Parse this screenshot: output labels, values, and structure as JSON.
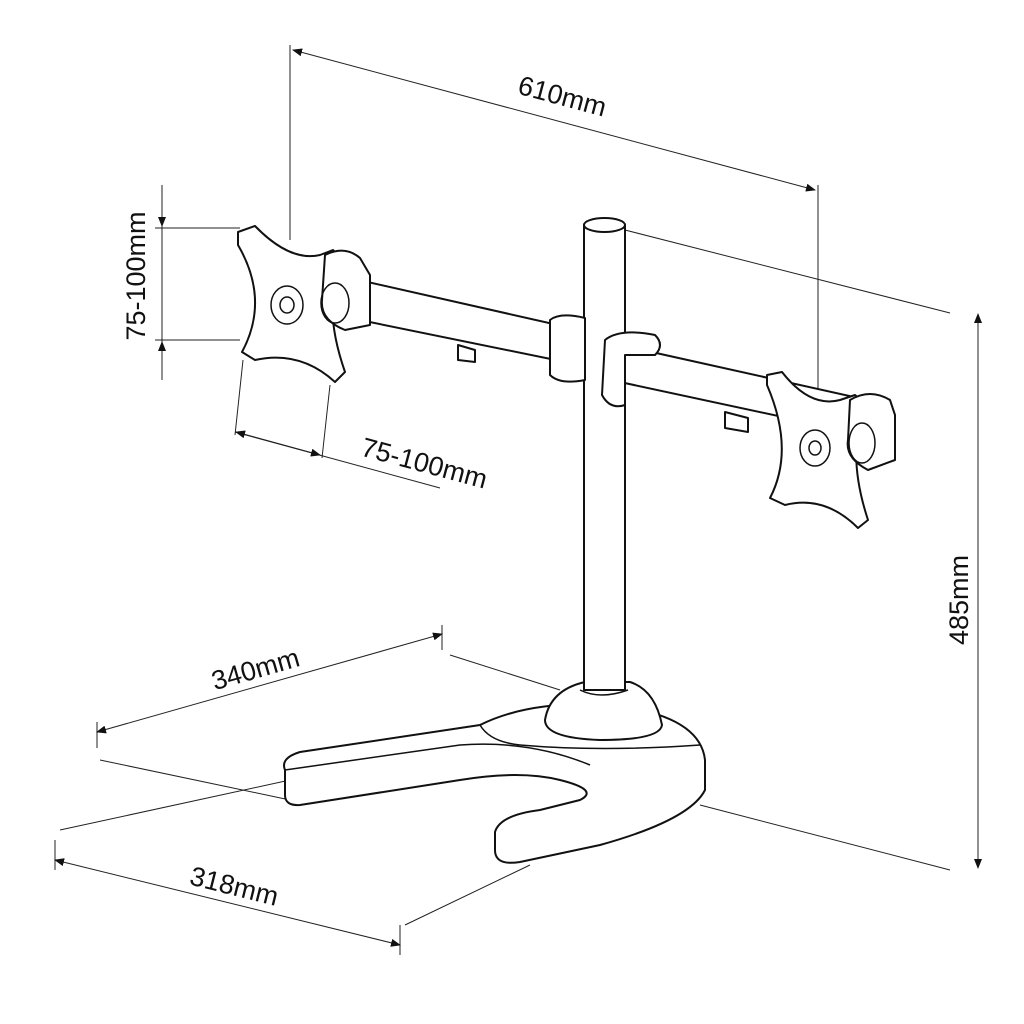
{
  "dimensions": {
    "total_width": "610mm",
    "vesa_vertical": "75-100mm",
    "vesa_horizontal": "75-100mm",
    "height": "485mm",
    "base_depth": "340mm",
    "base_width": "318mm"
  },
  "colors": {
    "line": "#111111",
    "background": "#ffffff"
  }
}
